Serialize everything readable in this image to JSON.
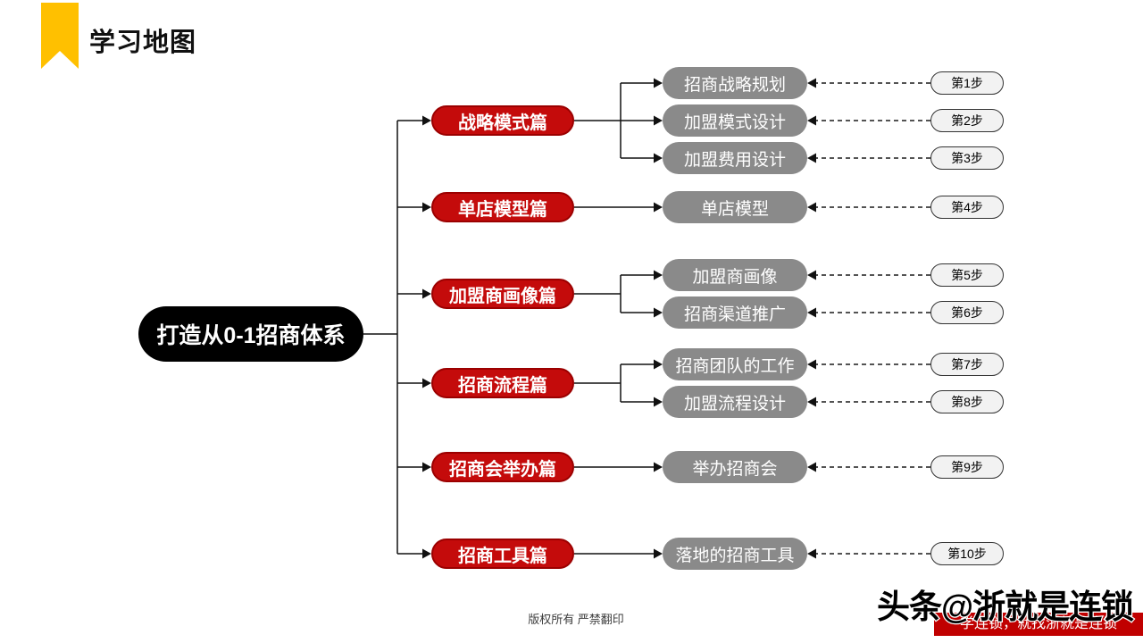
{
  "page": {
    "title": "学习地图"
  },
  "root": {
    "label": "打造从0-1招商体系"
  },
  "branches": [
    {
      "label": "战略模式篇",
      "children": [
        {
          "label": "招商战略规划",
          "step": "第1步"
        },
        {
          "label": "加盟模式设计",
          "step": "第2步"
        },
        {
          "label": "加盟费用设计",
          "step": "第3步"
        }
      ]
    },
    {
      "label": "单店模型篇",
      "children": [
        {
          "label": "单店模型",
          "step": "第4步"
        }
      ]
    },
    {
      "label": "加盟商画像篇",
      "children": [
        {
          "label": "加盟商画像",
          "step": "第5步"
        },
        {
          "label": "招商渠道推广",
          "step": "第6步"
        }
      ]
    },
    {
      "label": "招商流程篇",
      "children": [
        {
          "label": "招商团队的工作",
          "step": "第7步"
        },
        {
          "label": "加盟流程设计",
          "step": "第8步"
        }
      ]
    },
    {
      "label": "招商会举办篇",
      "children": [
        {
          "label": "举办招商会",
          "step": "第9步"
        }
      ]
    },
    {
      "label": "招商工具篇",
      "children": [
        {
          "label": "落地的招商工具",
          "step": "第10步"
        }
      ]
    }
  ],
  "footer": {
    "copyright": "版权所有 严禁翻印"
  },
  "watermark": {
    "handle": "头条@浙就是连锁",
    "banner": "学连锁，就找浙就是连锁"
  },
  "colors": {
    "branch_red": "#C40B0B",
    "topic_gray": "#8A8A8A",
    "bookmark_gold": "#FFC000",
    "step_fill": "#F2F2F2",
    "line_black": "#111111"
  }
}
